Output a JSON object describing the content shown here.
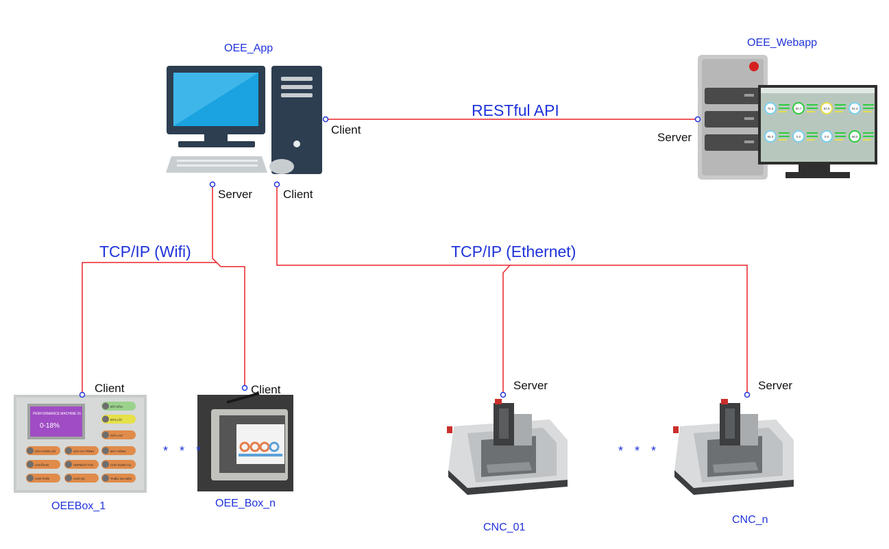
{
  "nodes": {
    "oee_app": "OEE_App",
    "oee_webapp": "OEE_Webapp",
    "oeebox_1": "OEEBox_1",
    "oee_box_n": "OEE_Box_n",
    "cnc_01": "CNC_01",
    "cnc_n": "CNC_n"
  },
  "roles": {
    "client": "Client",
    "server": "Server"
  },
  "protocols": {
    "restful": "RESTful API",
    "wifi": "TCP/IP (Wifi)",
    "ethernet": "TCP/IP (Ethernet)"
  },
  "ellipsis": "* * *",
  "oeebox_panel": {
    "screen_title": "PERFORMANCE MACHINE 01",
    "screen_value": "0-18%",
    "buttons": [
      "BẮT ĐẦU",
      "BÁO LỖI",
      "GIẢI LAO",
      "SỬA HÀNG LỖI",
      "SỬA CH.TRÌNH",
      "MÁY HỎNG",
      "CHUẨN BỊ",
      "HỌP/ĐÀO TẠO",
      "CHỜ DỤNG CỤ",
      "CHỜ PHÔI",
      "CHỜ QC",
      "THIẾU NH.VIÊN"
    ]
  },
  "webapp_gauges": [
    "75.3",
    "60.7",
    "82.9",
    "54.3",
    "95.3",
    "0.0",
    "0.0",
    "98.0"
  ],
  "colors": {
    "wire": "#e8232a",
    "port": "#1f33d9",
    "label_blue": "#1f33d9",
    "monitor_dark": "#2c3e50",
    "screen_blue": "#1aa3e0"
  }
}
